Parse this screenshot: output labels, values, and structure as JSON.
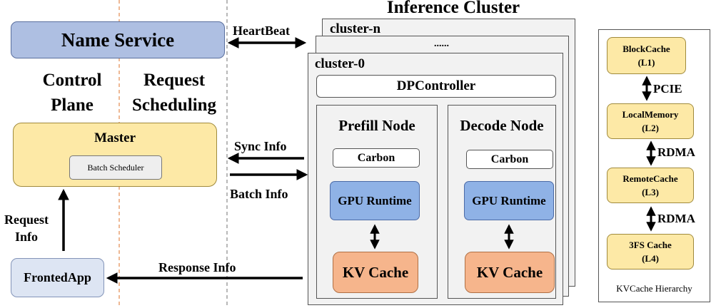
{
  "title": "Inference Cluster",
  "control": {
    "name_service": "Name Service",
    "control_plane": [
      "Control",
      "Plane"
    ],
    "request_scheduling": [
      "Request",
      "Scheduling"
    ],
    "master": "Master",
    "batch_scheduler": "Batch Scheduler",
    "fronted_app": "FrontedApp",
    "request_info": [
      "Request",
      "Info"
    ]
  },
  "arrows": {
    "heartbeat": "HeartBeat",
    "sync_info": "Sync Info",
    "batch_info": "Batch Info",
    "response_info": "Response Info"
  },
  "cluster": {
    "cluster_n": "cluster-n",
    "ellipsis": "......",
    "cluster_0": "cluster-0",
    "dp_controller": "DPController",
    "prefill": {
      "title": "Prefill Node",
      "carbon": "Carbon",
      "gpu": "GPU Runtime",
      "kv": "KV Cache"
    },
    "decode": {
      "title": "Decode Node",
      "carbon": "Carbon",
      "gpu": "GPU Runtime",
      "kv": "KV Cache"
    }
  },
  "hierarchy": {
    "caption": "KVCache Hierarchy",
    "tiers": [
      {
        "name": "BlockCache",
        "level": "(L1)"
      },
      {
        "name": "LocalMemory",
        "level": "(L2)"
      },
      {
        "name": "RemoteCache",
        "level": "(L3)"
      },
      {
        "name": "3FS Cache",
        "level": "(L4)"
      }
    ],
    "links": [
      "PCIE",
      "RDMA",
      "RDMA"
    ]
  },
  "colors": {
    "name_service": "#aebfe2",
    "master": "#fde9a6",
    "fronted_app": "#dde5f3",
    "gpu_runtime": "#8fb2e6",
    "kv_cache": "#f6b58c",
    "cache_tier": "#fde9a6",
    "cluster_bg": "#f2f2f2",
    "divider_orange": "#e8a070",
    "divider_gray": "#a0a0a0"
  }
}
